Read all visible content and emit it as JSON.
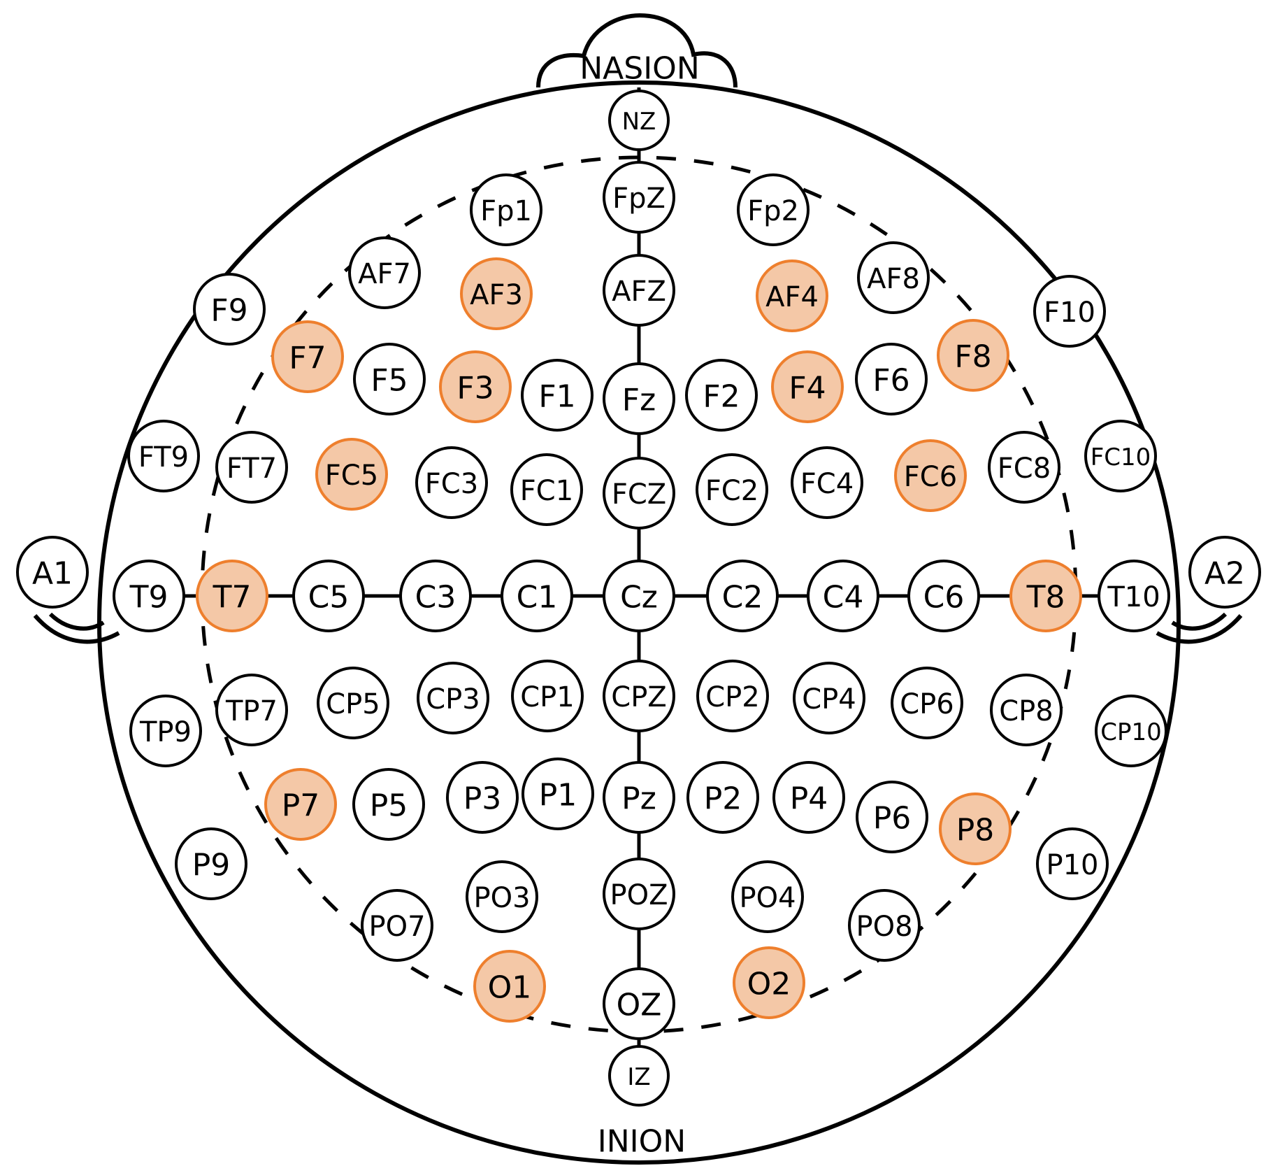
{
  "landmarks": {
    "top": "NASION",
    "bottom": "INION"
  },
  "colors": {
    "highlight_fill": "#f4c8a7",
    "highlight_stroke": "#ee7f2d",
    "line": "#000000",
    "background": "#ffffff"
  },
  "electrodes": [
    {
      "label": "NZ",
      "highlighted": false
    },
    {
      "label": "FpZ",
      "highlighted": false
    },
    {
      "label": "Fp1",
      "highlighted": false
    },
    {
      "label": "Fp2",
      "highlighted": false
    },
    {
      "label": "AF7",
      "highlighted": false
    },
    {
      "label": "AF3",
      "highlighted": true
    },
    {
      "label": "AFZ",
      "highlighted": false
    },
    {
      "label": "AF4",
      "highlighted": true
    },
    {
      "label": "AF8",
      "highlighted": false
    },
    {
      "label": "F9",
      "highlighted": false
    },
    {
      "label": "F7",
      "highlighted": true
    },
    {
      "label": "F5",
      "highlighted": false
    },
    {
      "label": "F3",
      "highlighted": true
    },
    {
      "label": "F1",
      "highlighted": false
    },
    {
      "label": "Fz",
      "highlighted": false
    },
    {
      "label": "F2",
      "highlighted": false
    },
    {
      "label": "F4",
      "highlighted": true
    },
    {
      "label": "F6",
      "highlighted": false
    },
    {
      "label": "F8",
      "highlighted": true
    },
    {
      "label": "F10",
      "highlighted": false
    },
    {
      "label": "FT9",
      "highlighted": false
    },
    {
      "label": "FT7",
      "highlighted": false
    },
    {
      "label": "FC5",
      "highlighted": true
    },
    {
      "label": "FC3",
      "highlighted": false
    },
    {
      "label": "FC1",
      "highlighted": false
    },
    {
      "label": "FCZ",
      "highlighted": false
    },
    {
      "label": "FC2",
      "highlighted": false
    },
    {
      "label": "FC4",
      "highlighted": false
    },
    {
      "label": "FC6",
      "highlighted": true
    },
    {
      "label": "FC8",
      "highlighted": false
    },
    {
      "label": "FC10",
      "highlighted": false
    },
    {
      "label": "A1",
      "highlighted": false
    },
    {
      "label": "T9",
      "highlighted": false
    },
    {
      "label": "T7",
      "highlighted": true
    },
    {
      "label": "C5",
      "highlighted": false
    },
    {
      "label": "C3",
      "highlighted": false
    },
    {
      "label": "C1",
      "highlighted": false
    },
    {
      "label": "Cz",
      "highlighted": false
    },
    {
      "label": "C2",
      "highlighted": false
    },
    {
      "label": "C4",
      "highlighted": false
    },
    {
      "label": "C6",
      "highlighted": false
    },
    {
      "label": "T8",
      "highlighted": true
    },
    {
      "label": "T10",
      "highlighted": false
    },
    {
      "label": "A2",
      "highlighted": false
    },
    {
      "label": "TP9",
      "highlighted": false
    },
    {
      "label": "TP7",
      "highlighted": false
    },
    {
      "label": "CP5",
      "highlighted": false
    },
    {
      "label": "CP3",
      "highlighted": false
    },
    {
      "label": "CP1",
      "highlighted": false
    },
    {
      "label": "CPZ",
      "highlighted": false
    },
    {
      "label": "CP2",
      "highlighted": false
    },
    {
      "label": "CP4",
      "highlighted": false
    },
    {
      "label": "CP6",
      "highlighted": false
    },
    {
      "label": "CP8",
      "highlighted": false
    },
    {
      "label": "CP10",
      "highlighted": false
    },
    {
      "label": "P9",
      "highlighted": false
    },
    {
      "label": "P7",
      "highlighted": true
    },
    {
      "label": "P5",
      "highlighted": false
    },
    {
      "label": "P3",
      "highlighted": false
    },
    {
      "label": "P1",
      "highlighted": false
    },
    {
      "label": "Pz",
      "highlighted": false
    },
    {
      "label": "P2",
      "highlighted": false
    },
    {
      "label": "P4",
      "highlighted": false
    },
    {
      "label": "P6",
      "highlighted": false
    },
    {
      "label": "P8",
      "highlighted": true
    },
    {
      "label": "P10",
      "highlighted": false
    },
    {
      "label": "PO7",
      "highlighted": false
    },
    {
      "label": "PO3",
      "highlighted": false
    },
    {
      "label": "POZ",
      "highlighted": false
    },
    {
      "label": "PO4",
      "highlighted": false
    },
    {
      "label": "PO8",
      "highlighted": false
    },
    {
      "label": "O1",
      "highlighted": true
    },
    {
      "label": "OZ",
      "highlighted": false
    },
    {
      "label": "O2",
      "highlighted": true
    },
    {
      "label": "IZ",
      "highlighted": false
    }
  ]
}
